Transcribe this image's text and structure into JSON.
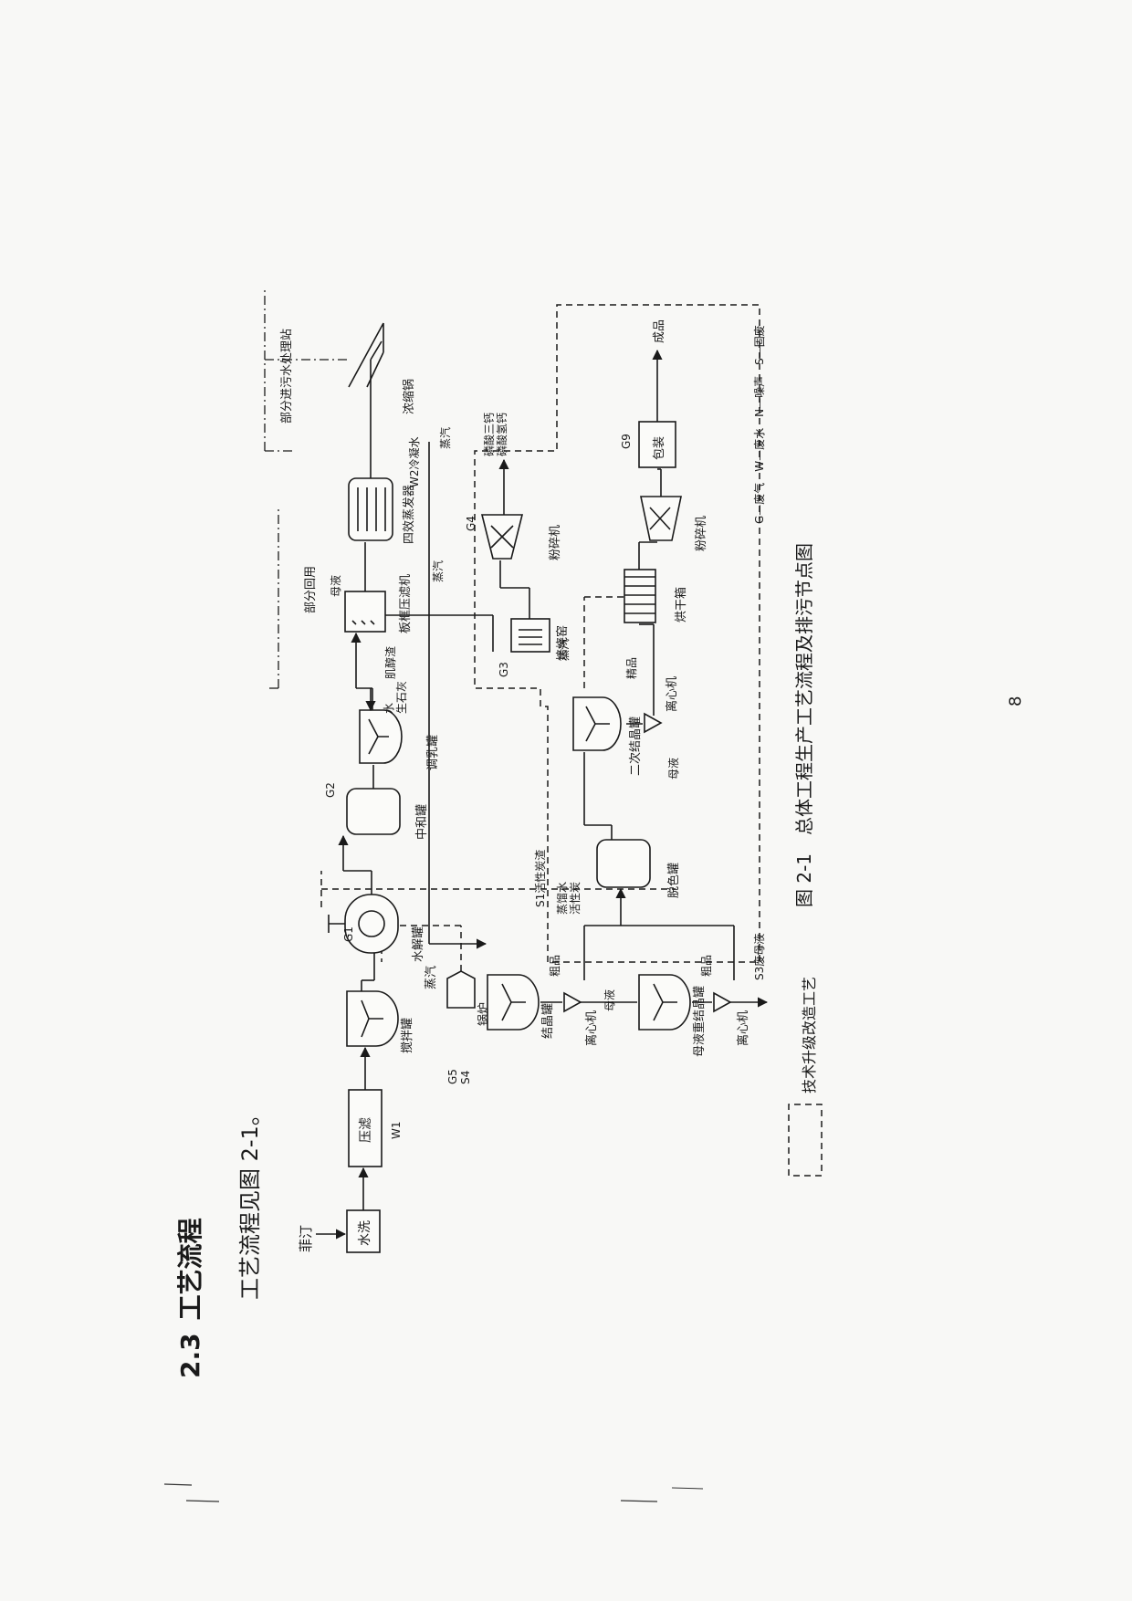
{
  "section": {
    "number": "2.3",
    "title": "工艺流程"
  },
  "intro": "工艺流程见图 2-1。",
  "figure_caption": "图 2-1　总体工程生产工艺流程及排污节点图",
  "page_number": "8",
  "legend": {
    "box_label": "技术升级改造工艺",
    "key": "G—废气　W—废水　N—噪声　S—固废"
  },
  "labels": {
    "raw": "菲汀",
    "wash": "水洗",
    "press": "压滤",
    "w1": "W1",
    "mix": "搅拌罐",
    "g5s4": "G5\nS4",
    "boiler": "锅炉",
    "steam": "蒸汽",
    "hydro": "水解罐",
    "g1": "G1",
    "neutral": "中和罐",
    "g2": "G2",
    "lime_in": "水\n生石灰",
    "milk": "调乳罐",
    "inositol_res": "肌醇渣",
    "filter": "板框压滤机",
    "mother": "母液",
    "recycle": "部分回用",
    "evap": "四效蒸发器",
    "w2": "W2冷凝水",
    "concentrator": "浓缩锅",
    "wwtp": "部分进污水处理站",
    "g3": "G3",
    "kiln": "焙烧窑",
    "g4": "G4",
    "grinder1": "粉碎机",
    "phos": "磷酸三钙\n磷酸氢钙",
    "cryst_tank": "结晶罐",
    "centrifuge": "离心机",
    "mother_tank": "母液重结晶罐",
    "s3": "S3废母液",
    "crude": "粗品",
    "decolor": "脱色罐",
    "carbon_in": "蒸馏水\n活性炭",
    "s1": "S1活性炭渣",
    "recryst": "二次结晶罐",
    "fine": "精品",
    "dryer": "烘干箱",
    "grinder2": "粉碎机",
    "g9": "G9",
    "pack": "包装",
    "product": "成品"
  }
}
